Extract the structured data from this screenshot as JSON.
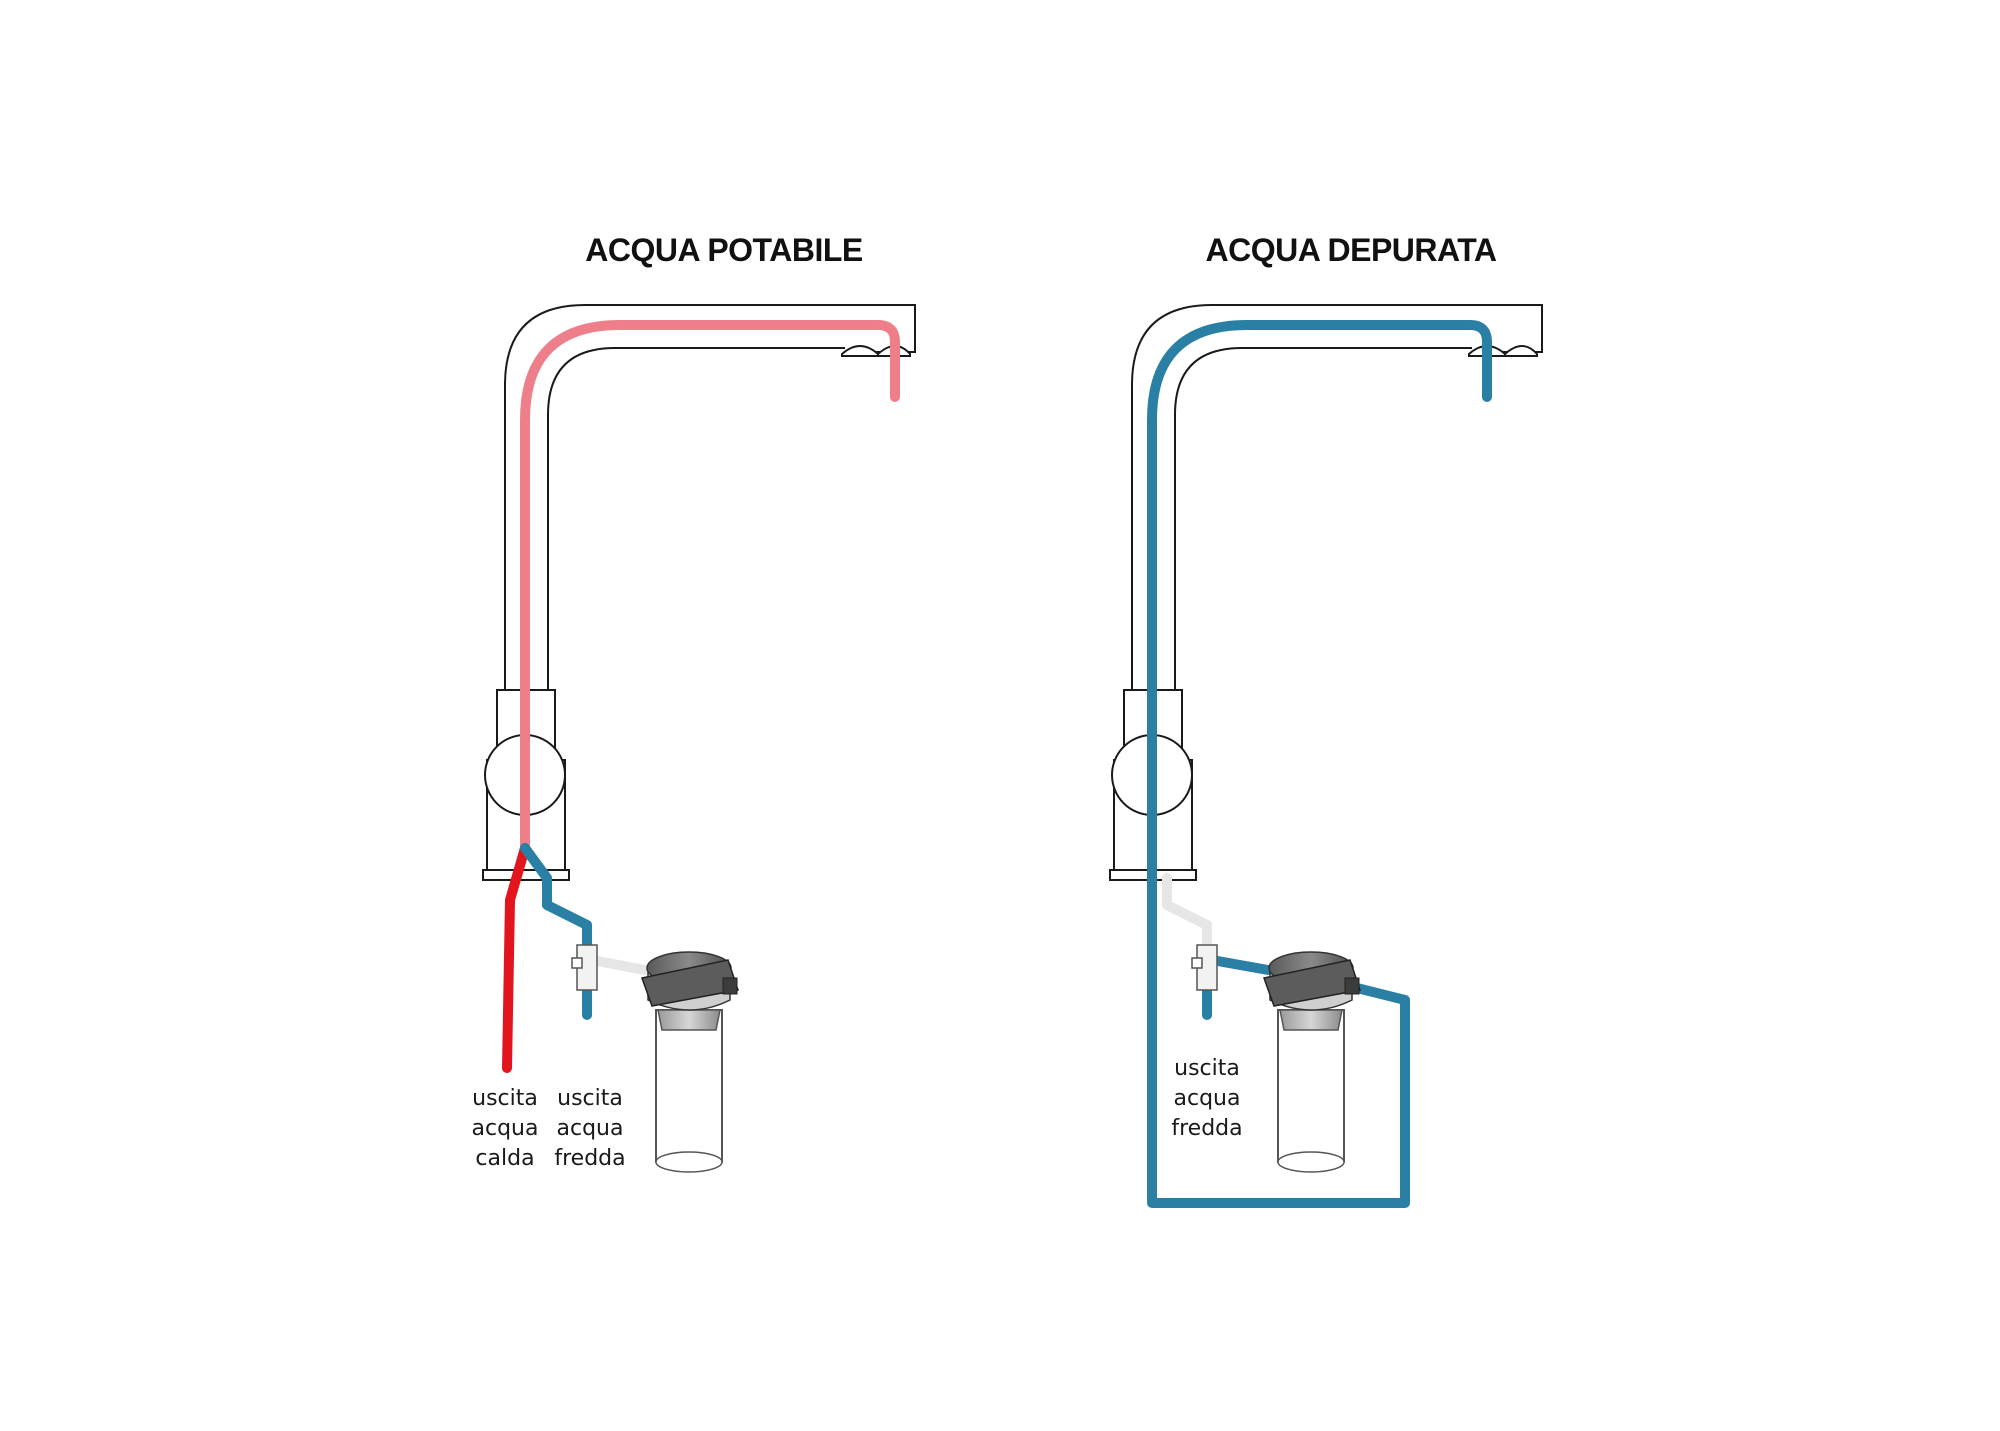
{
  "diagram": {
    "left": {
      "title": "ACQUA POTABILE",
      "labels": [
        {
          "id": "hot-out",
          "lines": [
            "uscita",
            "acqua",
            "calda"
          ]
        },
        {
          "id": "cold-out",
          "lines": [
            "uscita",
            "acqua",
            "fredda"
          ]
        }
      ]
    },
    "right": {
      "title": "ACQUA DEPURATA",
      "labels": [
        {
          "id": "cold-out",
          "lines": [
            "uscita",
            "acqua",
            "fredda"
          ]
        }
      ]
    },
    "colors": {
      "hot": "#e2151f",
      "hot_light": "#ee7f8a",
      "cold": "#2a7fa4",
      "inactive_pipe": "#e6e6e6",
      "filter_cap": "#6d6d6d",
      "outline": "#1a1a1a"
    }
  }
}
